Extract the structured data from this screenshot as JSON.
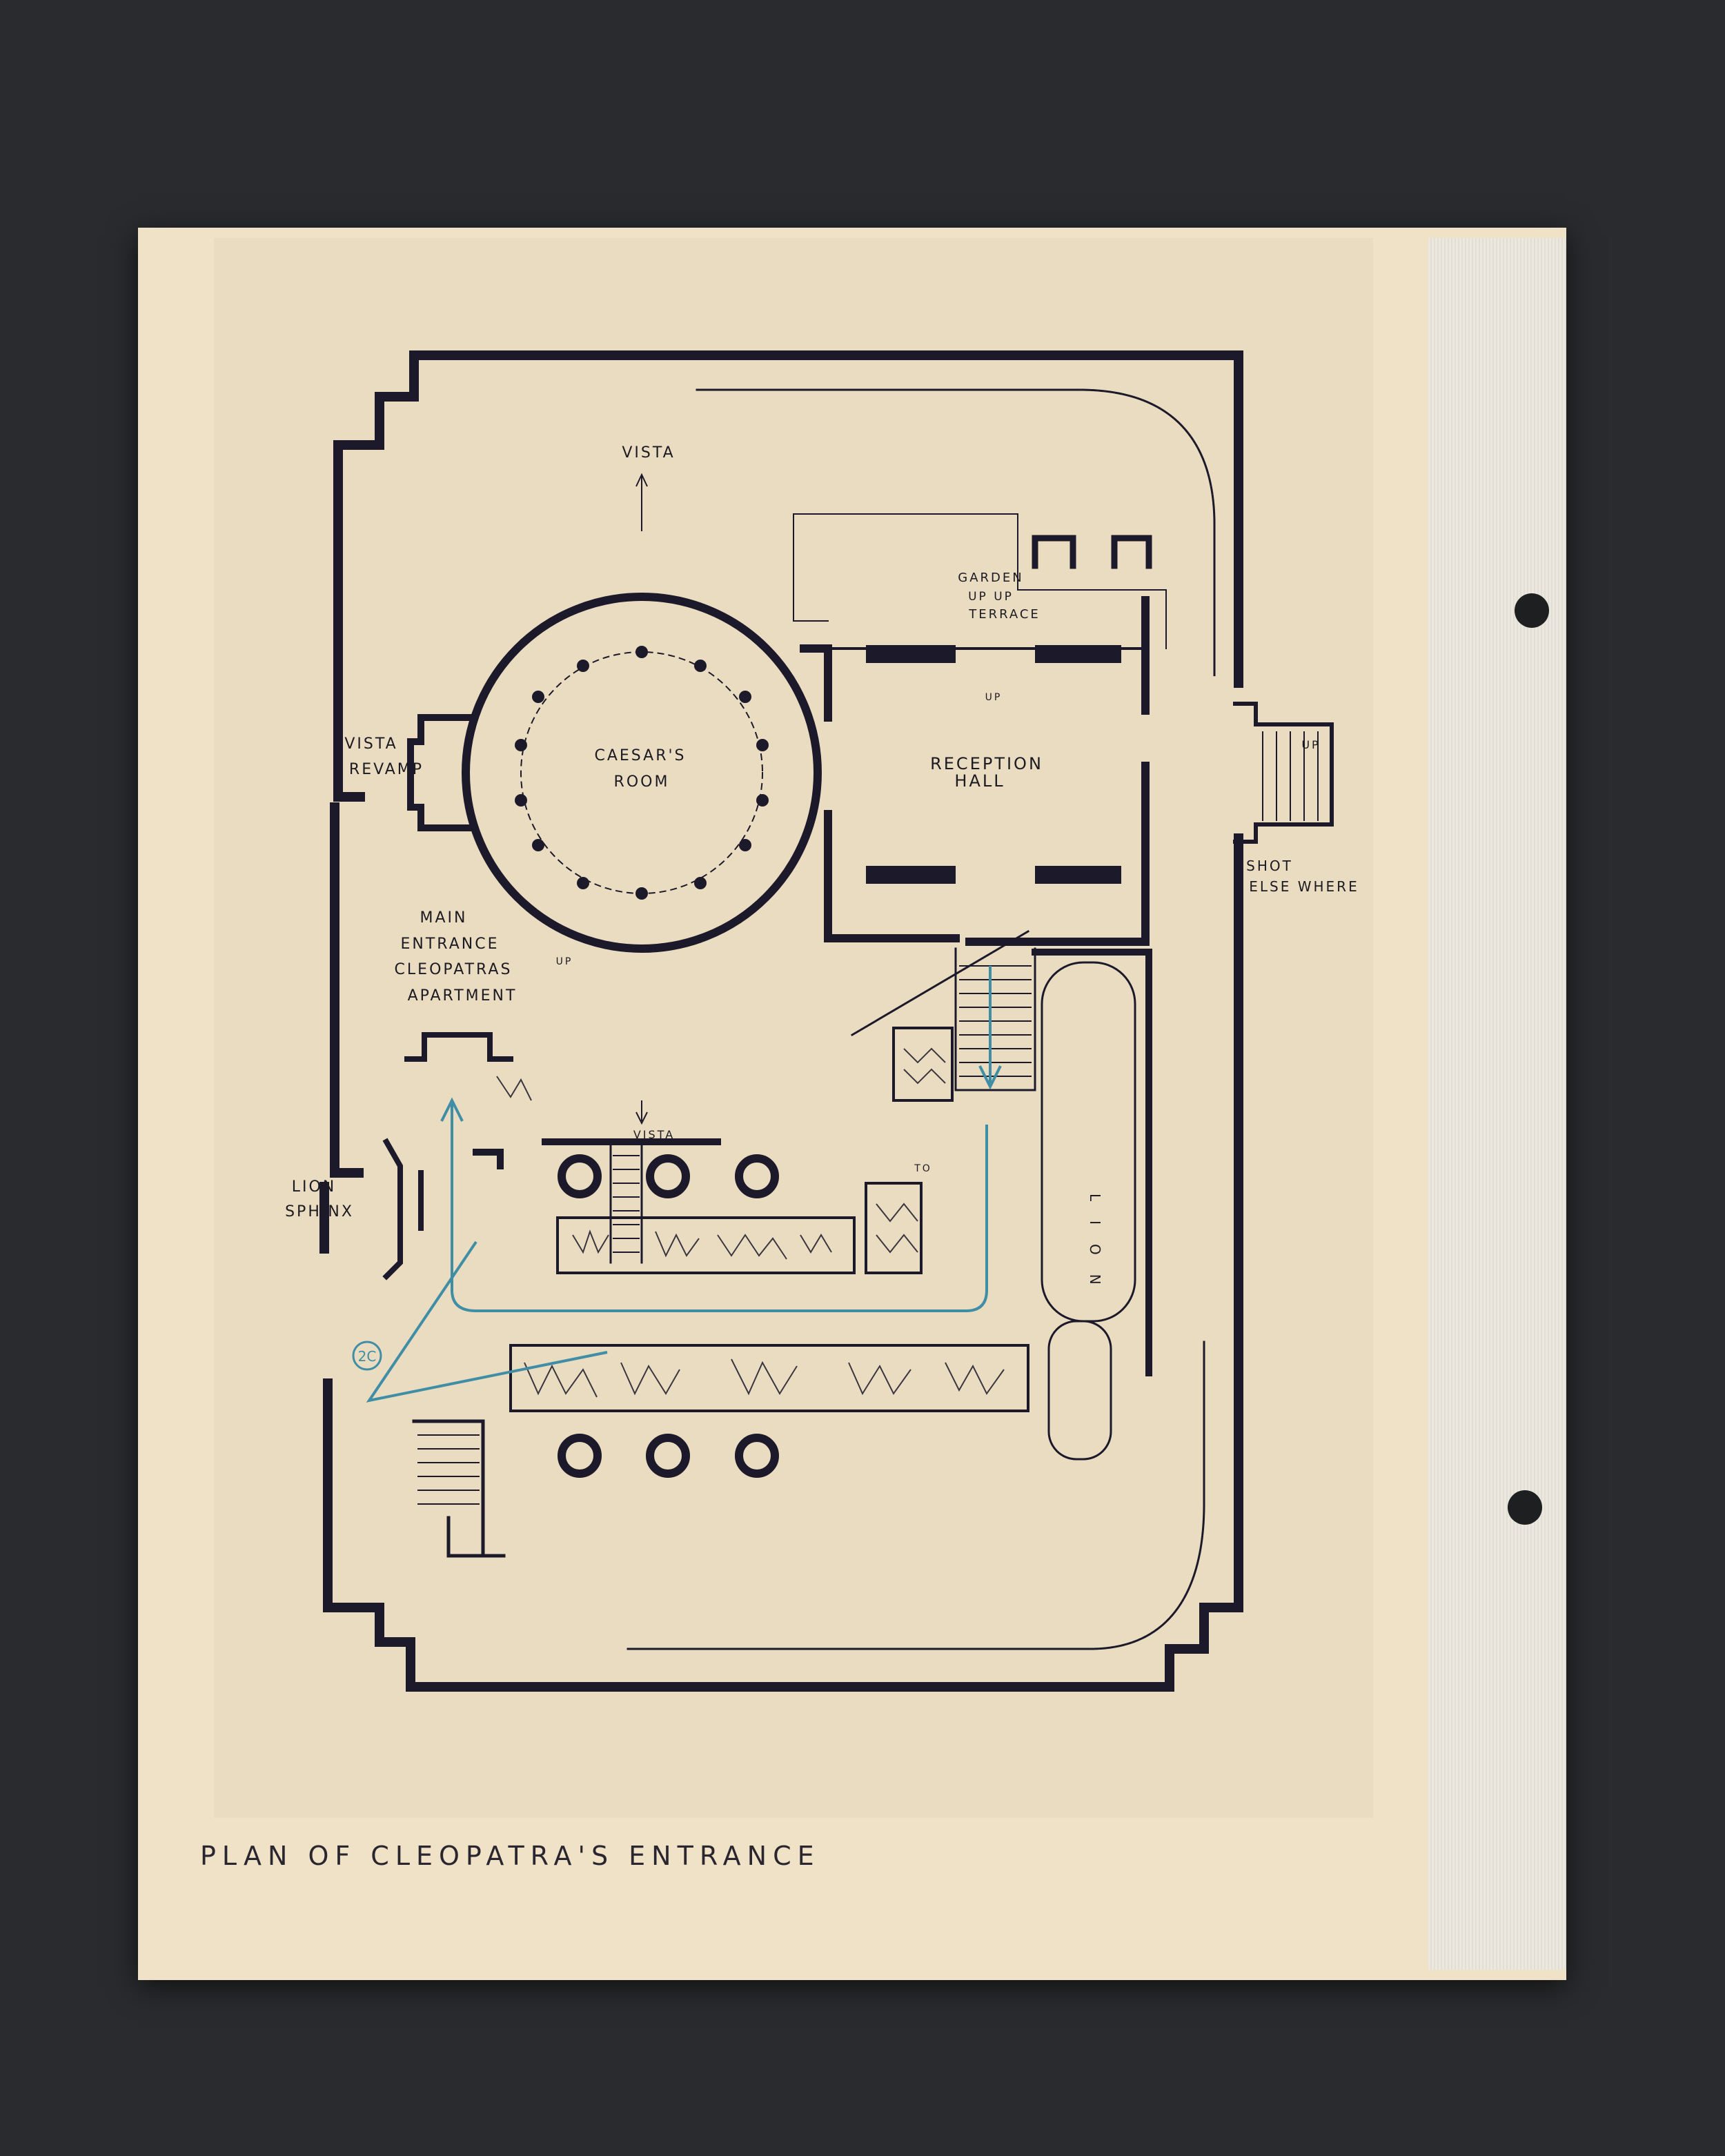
{
  "caption": "PLAN OF CLEOPATRA'S ENTRANCE",
  "labels": {
    "vista_top": "VISTA",
    "garden": "GARDEN",
    "up_up": "UP UP",
    "terrace": "TERRACE",
    "up_small": "UP",
    "caesars_room_1": "CAESAR'S",
    "caesars_room_2": "ROOM",
    "reception_1": "RECEPTION",
    "reception_2": "HALL",
    "vista_left": "VISTA",
    "revamp": "REVAMP",
    "up_right": "UP",
    "shot_1": "SHOT",
    "shot_2": "ELSE WHERE",
    "main_1": "MAIN",
    "main_2": "ENTRANCE",
    "main_3": "CLEOPATRAS",
    "main_4": "APARTMENT",
    "up_stair": "UP",
    "vista_mid": "VISTA",
    "lion_left_1": "LION",
    "lion_left_2": "SPHINX",
    "lion_right": "LION",
    "shot_marker": "2C",
    "to": "TO"
  },
  "colors": {
    "ink": "#1c1a2a",
    "blue_pencil": "#3f8ea6",
    "paper": "#eadcc0",
    "board": "#efe2c6",
    "backdrop": "#2a2b2e"
  }
}
